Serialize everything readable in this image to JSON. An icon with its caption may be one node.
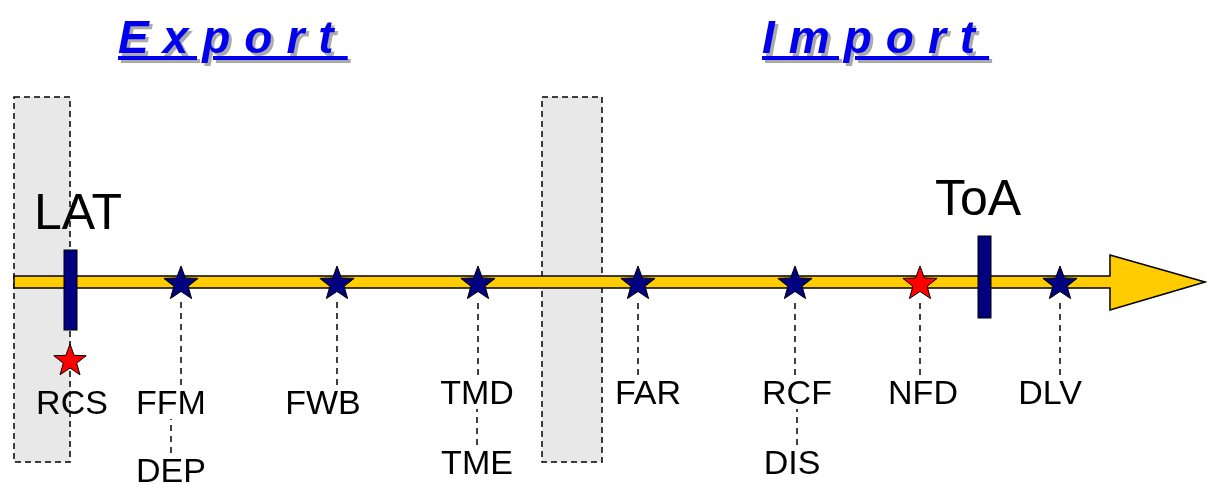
{
  "diagram": {
    "nodes": [
      {
        "text": [],
        "shape": "star"
      },
      {
        "text": [
          "FFM"
        ]
      },
      {
        "text": [
          "DEP"
        ]
      },
      {
        "text": [],
        "shape": "star"
      },
      {
        "text": [
          "FWB"
        ]
      },
      {
        "text": [],
        "shape": "star"
      },
      {
        "text": [
          "TMD"
        ]
      },
      {
        "text": [
          "TME"
        ]
      },
      {
        "text": [],
        "shape": "star"
      },
      {
        "text": [
          "FAR"
        ]
      },
      {
        "text": [],
        "shape": "star"
      },
      {
        "text": [
          "RCF"
        ]
      },
      {
        "text": [
          "DIS"
        ]
      },
      {
        "text": [],
        "shape": "star"
      },
      {
        "text": [
          "NFD"
        ]
      },
      {
        "text": [],
        "shape": "star"
      },
      {
        "text": [
          "DLV"
        ]
      }
    ],
    "edges": [
      {
        "from": 1,
        "to": 0,
        "arrow": "none",
        "style": "dashed"
      },
      {
        "from": 2,
        "to": 1,
        "arrow": "none",
        "style": "dashed"
      },
      {
        "from": 4,
        "to": 3,
        "arrow": "none",
        "style": "dashed"
      },
      {
        "from": 6,
        "to": 5,
        "arrow": "none",
        "style": "dashed"
      },
      {
        "from": 7,
        "to": 6,
        "arrow": "none",
        "style": "dashed"
      },
      {
        "from": 9,
        "to": 8,
        "arrow": "none",
        "style": "dashed"
      },
      {
        "from": 11,
        "to": 10,
        "arrow": "none",
        "style": "dashed"
      },
      {
        "from": 12,
        "to": 11,
        "arrow": "none",
        "style": "dashed"
      },
      {
        "from": 14,
        "to": 13,
        "arrow": "none",
        "style": "dashed"
      },
      {
        "from": 16,
        "to": 15,
        "arrow": "none",
        "style": "dashed"
      }
    ],
    "labels": [
      "Export",
      "Import",
      "LAT",
      "ToA",
      "RCS"
    ]
  }
}
